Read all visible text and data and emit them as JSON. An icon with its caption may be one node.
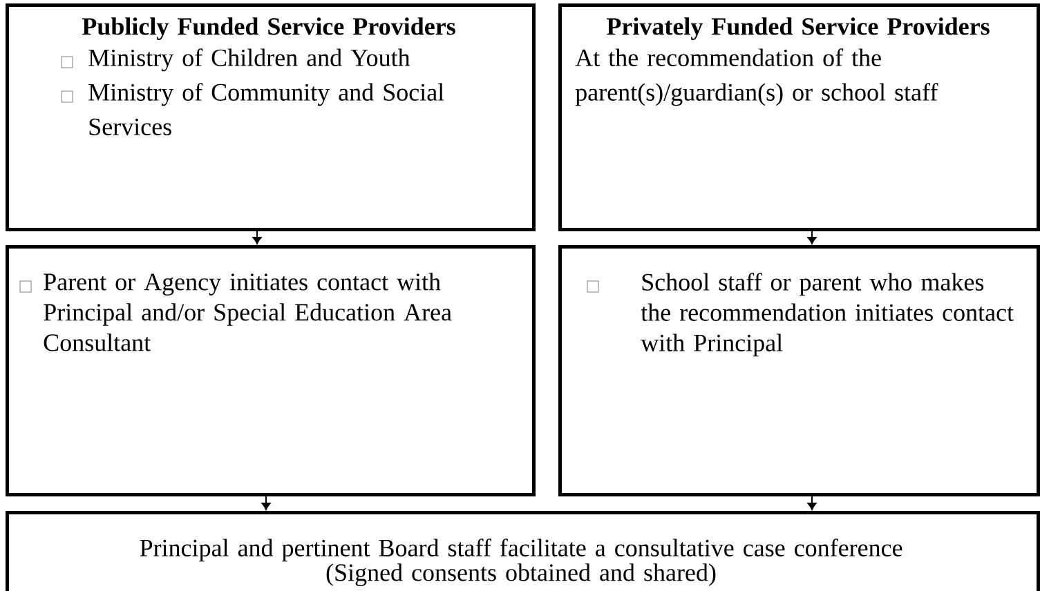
{
  "diagram": {
    "nodes": [
      {
        "text": [
          "Publicly Funded Service Providers",
          "Ministry of Children and Youth",
          "Ministry of Community and Social Services"
        ]
      },
      {
        "text": [
          "Privately Funded Service Providers",
          "At the recommendation of the parent(s)/guardian(s) or school staff"
        ]
      },
      {
        "text": [
          "Parent or Agency initiates contact with Principal and/or Special Education Area Consultant"
        ]
      },
      {
        "text": [
          "School staff or parent who makes the recommendation initiates contact with Principal"
        ]
      },
      {
        "text": [
          "Principal and pertinent Board staff facilitate a consultative case conference",
          "(Signed consents obtained and shared)"
        ]
      }
    ],
    "edges": [
      {
        "from": 0,
        "to": 2,
        "arrow": "to"
      },
      {
        "from": 1,
        "to": 3,
        "arrow": "to"
      },
      {
        "from": 2,
        "to": 4,
        "arrow": "to"
      },
      {
        "from": 3,
        "to": 4,
        "arrow": "to"
      }
    ]
  }
}
